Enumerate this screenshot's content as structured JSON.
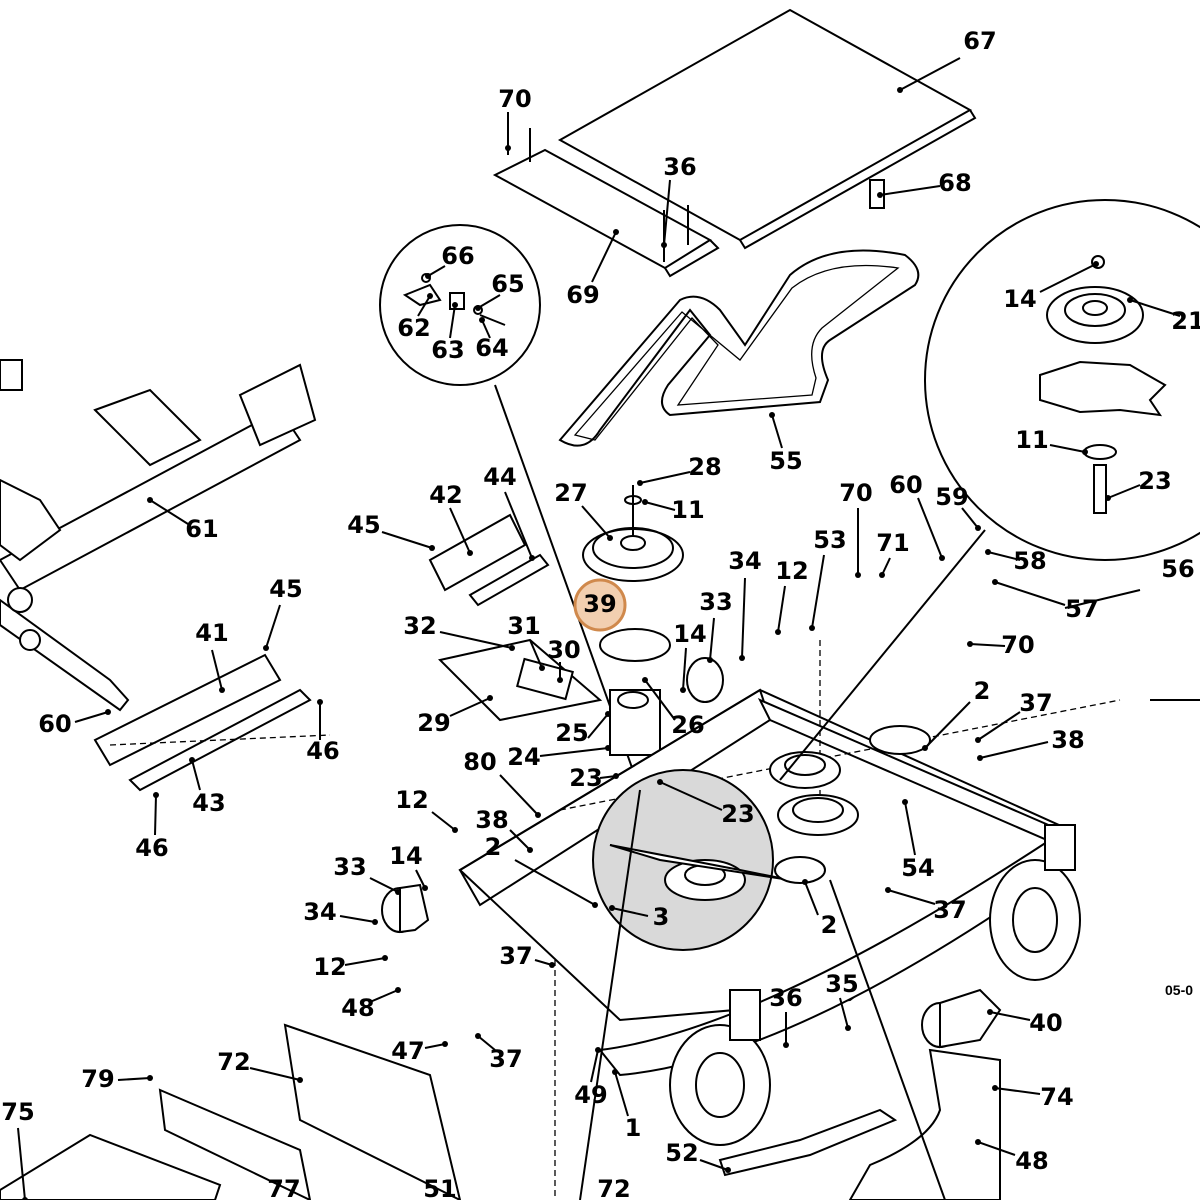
{
  "diagram": {
    "reference_code": "05-0",
    "highlight": {
      "part": "39",
      "color": "#e8a870"
    },
    "callouts": [
      "67",
      "70",
      "36",
      "68",
      "69",
      "66",
      "65",
      "62",
      "63",
      "64",
      "55",
      "14",
      "21",
      "11",
      "23",
      "28",
      "27",
      "11",
      "45",
      "42",
      "44",
      "61",
      "70",
      "60",
      "59",
      "58",
      "56",
      "57",
      "53",
      "71",
      "70",
      "39",
      "34",
      "12",
      "33",
      "14",
      "32",
      "31",
      "30",
      "29",
      "41",
      "45",
      "60",
      "46",
      "43",
      "46",
      "25",
      "26",
      "24",
      "23",
      "80",
      "23",
      "2",
      "37",
      "38",
      "12",
      "38",
      "14",
      "33",
      "34",
      "2",
      "3",
      "54",
      "2",
      "37",
      "12",
      "37",
      "48",
      "47",
      "37",
      "36",
      "35",
      "40",
      "49",
      "1",
      "79",
      "72",
      "74",
      "52",
      "48",
      "75",
      "77",
      "51",
      "72"
    ]
  }
}
